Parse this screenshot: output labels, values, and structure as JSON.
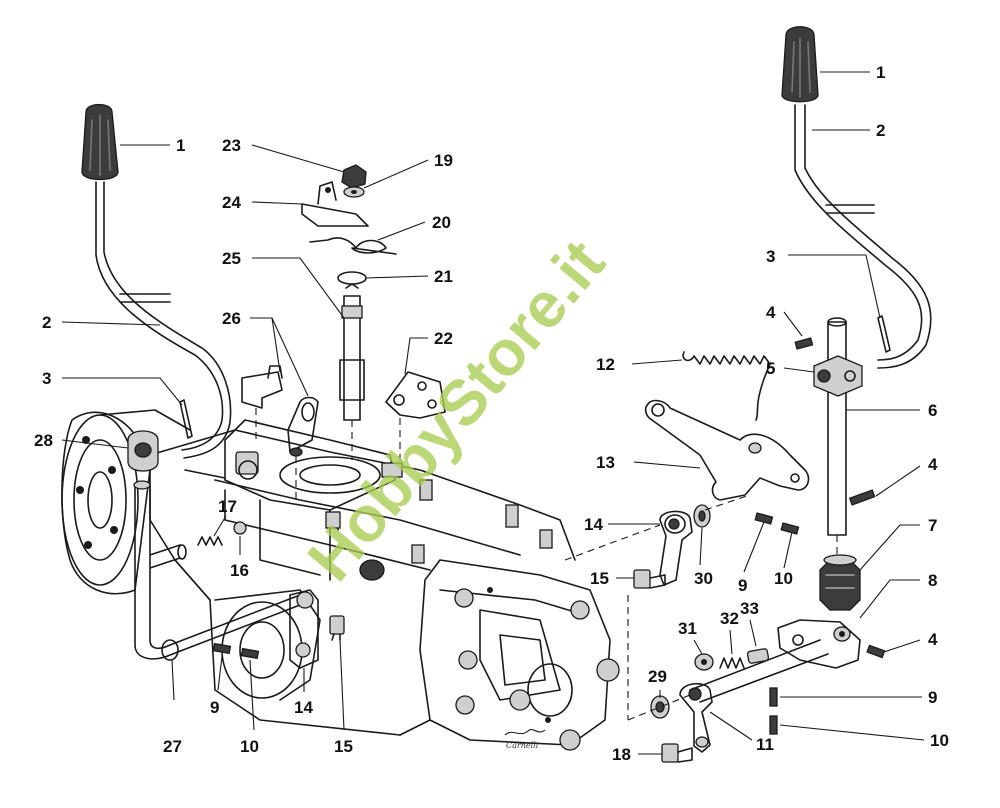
{
  "diagram": {
    "type": "exploded-parts-drawing",
    "subject": "gear shift lever assembly on transmission",
    "callouts": {
      "left_knob": "1",
      "left_lever": "2",
      "left_pin": "3",
      "collar_left": "28",
      "spring_17": "17",
      "washer_16": "16",
      "rod_27": "27",
      "pin_9_left": "9",
      "pin_10_left": "10",
      "arm_14_left": "14",
      "screw_15_left": "15",
      "nut_23": "23",
      "washer_19": "19",
      "bracket_24": "24",
      "spring_20": "20",
      "shaft_25": "25",
      "ring_21": "21",
      "bracket_26": "26",
      "plate_22": "22",
      "spring_12": "12",
      "arm_13": "13",
      "arm_14_right": "14",
      "bushing_30": "30",
      "screw_15_right": "15",
      "pin_9_mid": "9",
      "pin_10_mid": "10",
      "washer_31": "31",
      "spring_32": "32",
      "pin_33": "33",
      "bushing_29": "29",
      "screw_18": "18",
      "arm_11": "11",
      "right_knob": "1",
      "right_lever": "2",
      "right_pin": "3",
      "pin_4_top": "4",
      "block_5": "5",
      "rod_6": "6",
      "pin_4_mid": "4",
      "guide_7": "7",
      "bracket_8": "8",
      "pin_4_low": "4",
      "pin_9_right": "9",
      "pin_10_right": "10"
    }
  },
  "watermark": "HobbyStore.it",
  "signature": "Carnelli"
}
